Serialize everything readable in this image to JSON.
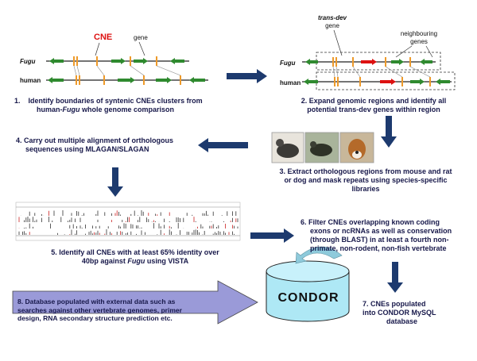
{
  "diagram": {
    "step1": {
      "cne_label": "CNE",
      "gene_label": "gene",
      "fugu_label": "Fugu",
      "human_label": "human",
      "number": "1.",
      "caption_line1": "Identify boundaries of syntenic CNEs clusters from",
      "caption_line2_pre": "human-",
      "caption_line2_ital": "Fugu",
      "caption_line2_post": " whole genome comparison"
    },
    "step2": {
      "transdev_label_1": "trans-dev",
      "transdev_label_2": "gene",
      "neighbour_label_1": "neighbouring",
      "neighbour_label_2": "genes",
      "fugu_label": "Fugu",
      "human_label": "human",
      "caption_line1": "2. Expand genomic regions and identify all",
      "caption_line2": "potential trans-dev genes within region"
    },
    "step3": {
      "caption_line1": "3. Extract orthologous regions from mouse and rat",
      "caption_line2": "or dog and mask repeats using species-specific",
      "caption_line3": "libraries"
    },
    "step4": {
      "caption_line1": "4. Carry out multiple alignment of orthologous",
      "caption_line2": "sequences using MLAGAN/SLAGAN"
    },
    "step5": {
      "caption_line1": "5. Identify all CNEs with at least 65% identity over",
      "caption_line2_pre": "40bp against ",
      "caption_line2_ital": "Fugu",
      "caption_line2_post": " using VISTA"
    },
    "step6": {
      "caption_line1": "6. Filter CNEs overlapping known coding",
      "caption_line2": "exons or ncRNAs as well as conservation",
      "caption_line3": "(through BLAST) in at least a fourth non-",
      "caption_line4": "primate, non-rodent, non-fish vertebrate"
    },
    "step7": {
      "caption_line1": "7. CNEs populated",
      "caption_line2": "into CONDOR MySQL",
      "caption_line3": "database"
    },
    "step8": {
      "caption_line1": "8. Database populated with external data such as",
      "caption_line2": "searches against other vertebrate genomes, primer",
      "caption_line3": "design, RNA secondary structure prediction etc."
    },
    "database_label": "CONDOR",
    "colors": {
      "gene_green": "#2f8a2f",
      "cne_orange": "#ee9a2a",
      "transdev_red": "#dd1111",
      "arrow_navy": "#1d3a6e",
      "db_cyan": "#aee8f5",
      "box_purple": "#9a9ad8",
      "cne_label_red": "#dd1111"
    }
  }
}
